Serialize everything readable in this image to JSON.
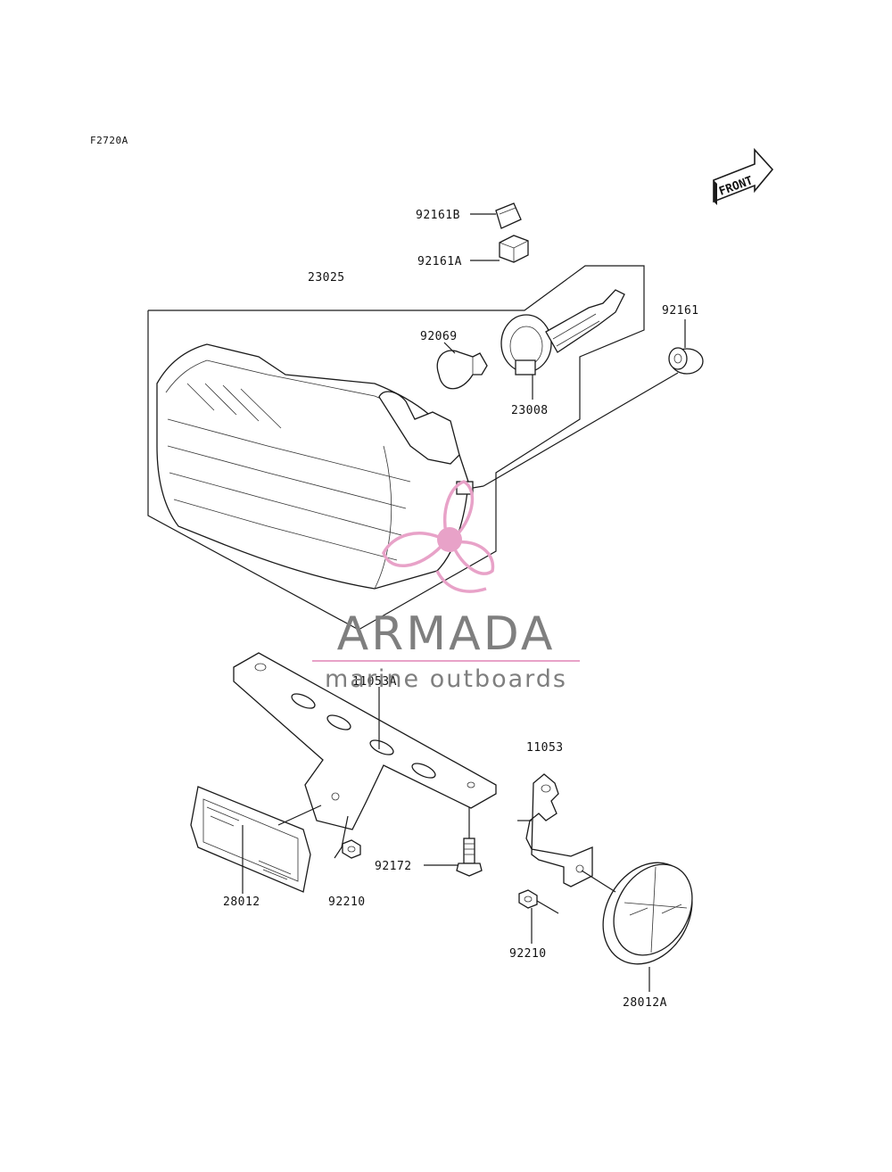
{
  "diagram_code": "F2720A",
  "direction_label": "FRONT",
  "parts": {
    "p92161B": "92161B",
    "p92161A": "92161A",
    "p23025": "23025",
    "p92069": "92069",
    "p23008": "23008",
    "p92161": "92161",
    "p11053A": "11053A",
    "p11053": "11053",
    "p92172": "92172",
    "p28012": "28012",
    "p92210a": "92210",
    "p92210b": "92210",
    "p28012A": "28012A"
  },
  "watermark": {
    "brand": "ARMADA",
    "tagline": "marine outboards",
    "colors": {
      "brand_text": "#7f7f7f",
      "logo": "#e8a2c8",
      "rule": "#e8a2c8"
    }
  }
}
